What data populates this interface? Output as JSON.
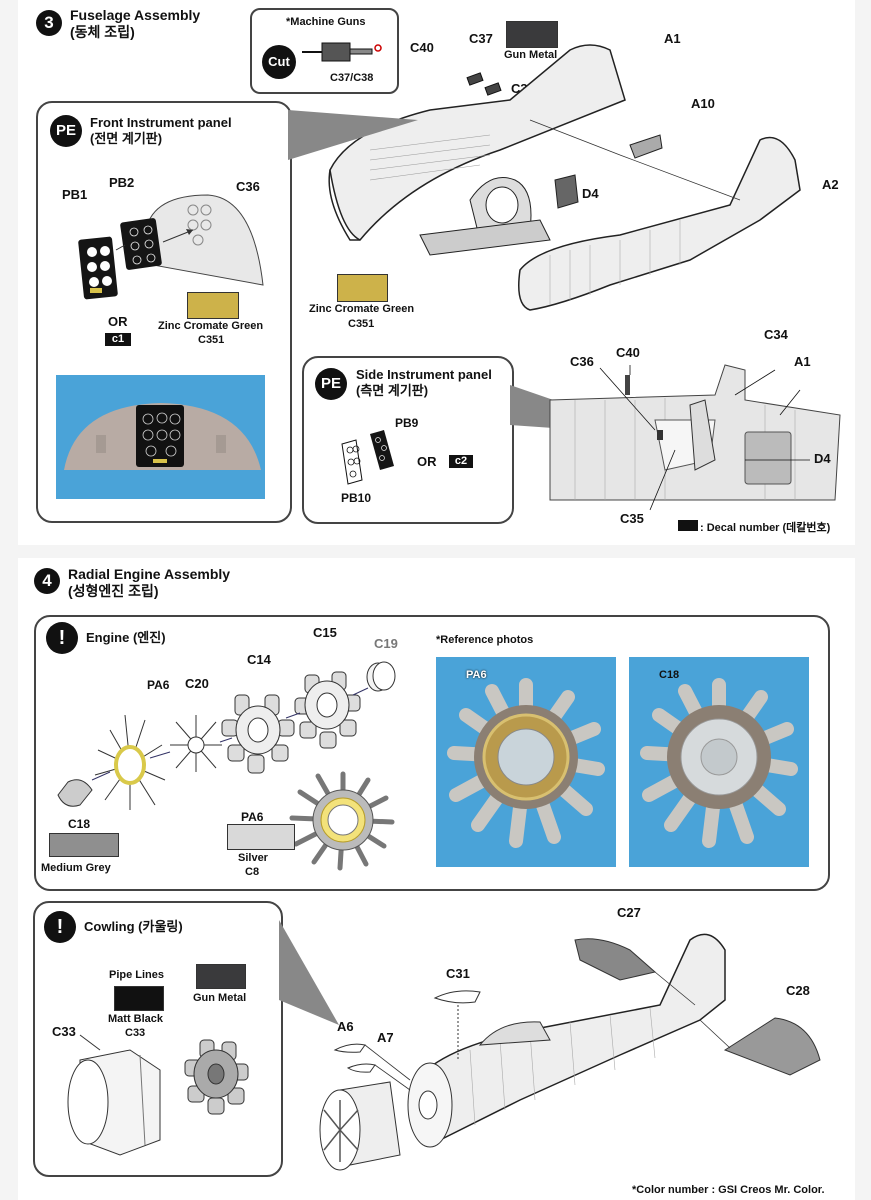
{
  "step3": {
    "number": "3",
    "title": "Fuselage Assembly",
    "title_ko": "(동체 조립)",
    "machine_guns": {
      "title": "*Machine Guns",
      "cut": "Cut",
      "part": "C37/C38"
    },
    "parts": {
      "c40": "C40",
      "c37": "C37",
      "c38": "C38",
      "a1": "A1",
      "a10": "A10",
      "a2": "A2",
      "d4": "D4"
    },
    "gun_metal": "Gun Metal",
    "zinc": {
      "name": "Zinc Cromate Green",
      "code": "C351"
    },
    "front_panel": {
      "badge": "PE",
      "title": "Front Instrument panel",
      "title_ko": "(전면 계기판)",
      "pb1": "PB1",
      "pb2": "PB2",
      "c36": "C36",
      "or": "OR",
      "decal": "c1",
      "zinc_name": "Zinc Cromate Green",
      "zinc_code": "C351"
    },
    "side_panel": {
      "badge": "PE",
      "title": "Side Instrument panel",
      "title_ko": "(측면 계기판)",
      "pb9": "PB9",
      "pb10": "PB10",
      "or": "OR",
      "decal": "c2"
    },
    "detail": {
      "c36": "C36",
      "c40": "C40",
      "c34": "C34",
      "a1": "A1",
      "d4": "D4",
      "c35": "C35"
    },
    "decal_note": ": Decal number (데칼번호)"
  },
  "step4": {
    "number": "4",
    "title": "Radial Engine Assembly",
    "title_ko": "(성형엔진 조립)",
    "engine": {
      "badge": "!",
      "title": "Engine (엔진)",
      "parts": {
        "pa6": "PA6",
        "c20": "C20",
        "c14": "C14",
        "c15": "C15",
        "c19": "C19",
        "c18": "C18",
        "pa6b": "PA6"
      },
      "medium_grey": "Medium Grey",
      "silver": {
        "name": "Silver",
        "code": "C8"
      },
      "reference": "*Reference photos",
      "photo1_label": "PA6",
      "photo2_label": "C18"
    },
    "cowling": {
      "badge": "!",
      "title": "Cowling (카울링)",
      "pipe_lines": "Pipe Lines",
      "matt_black": {
        "name": "Matt Black",
        "code": "C33"
      },
      "gun_metal": "Gun Metal",
      "parts": {
        "c33": "C33",
        "a6": "A6",
        "a7": "A7",
        "c31": "C31",
        "c27": "C27",
        "c28": "C28"
      }
    },
    "color_note": "*Color number : GSI Creos Mr. Color."
  },
  "colors": {
    "gun_metal": "#3a3a3c",
    "zinc": "#cdb24a",
    "medium_grey": "#8f8f8f",
    "silver": "#d9d9d9",
    "matt_black": "#111111",
    "photo_bg": "#4aa3d8"
  }
}
